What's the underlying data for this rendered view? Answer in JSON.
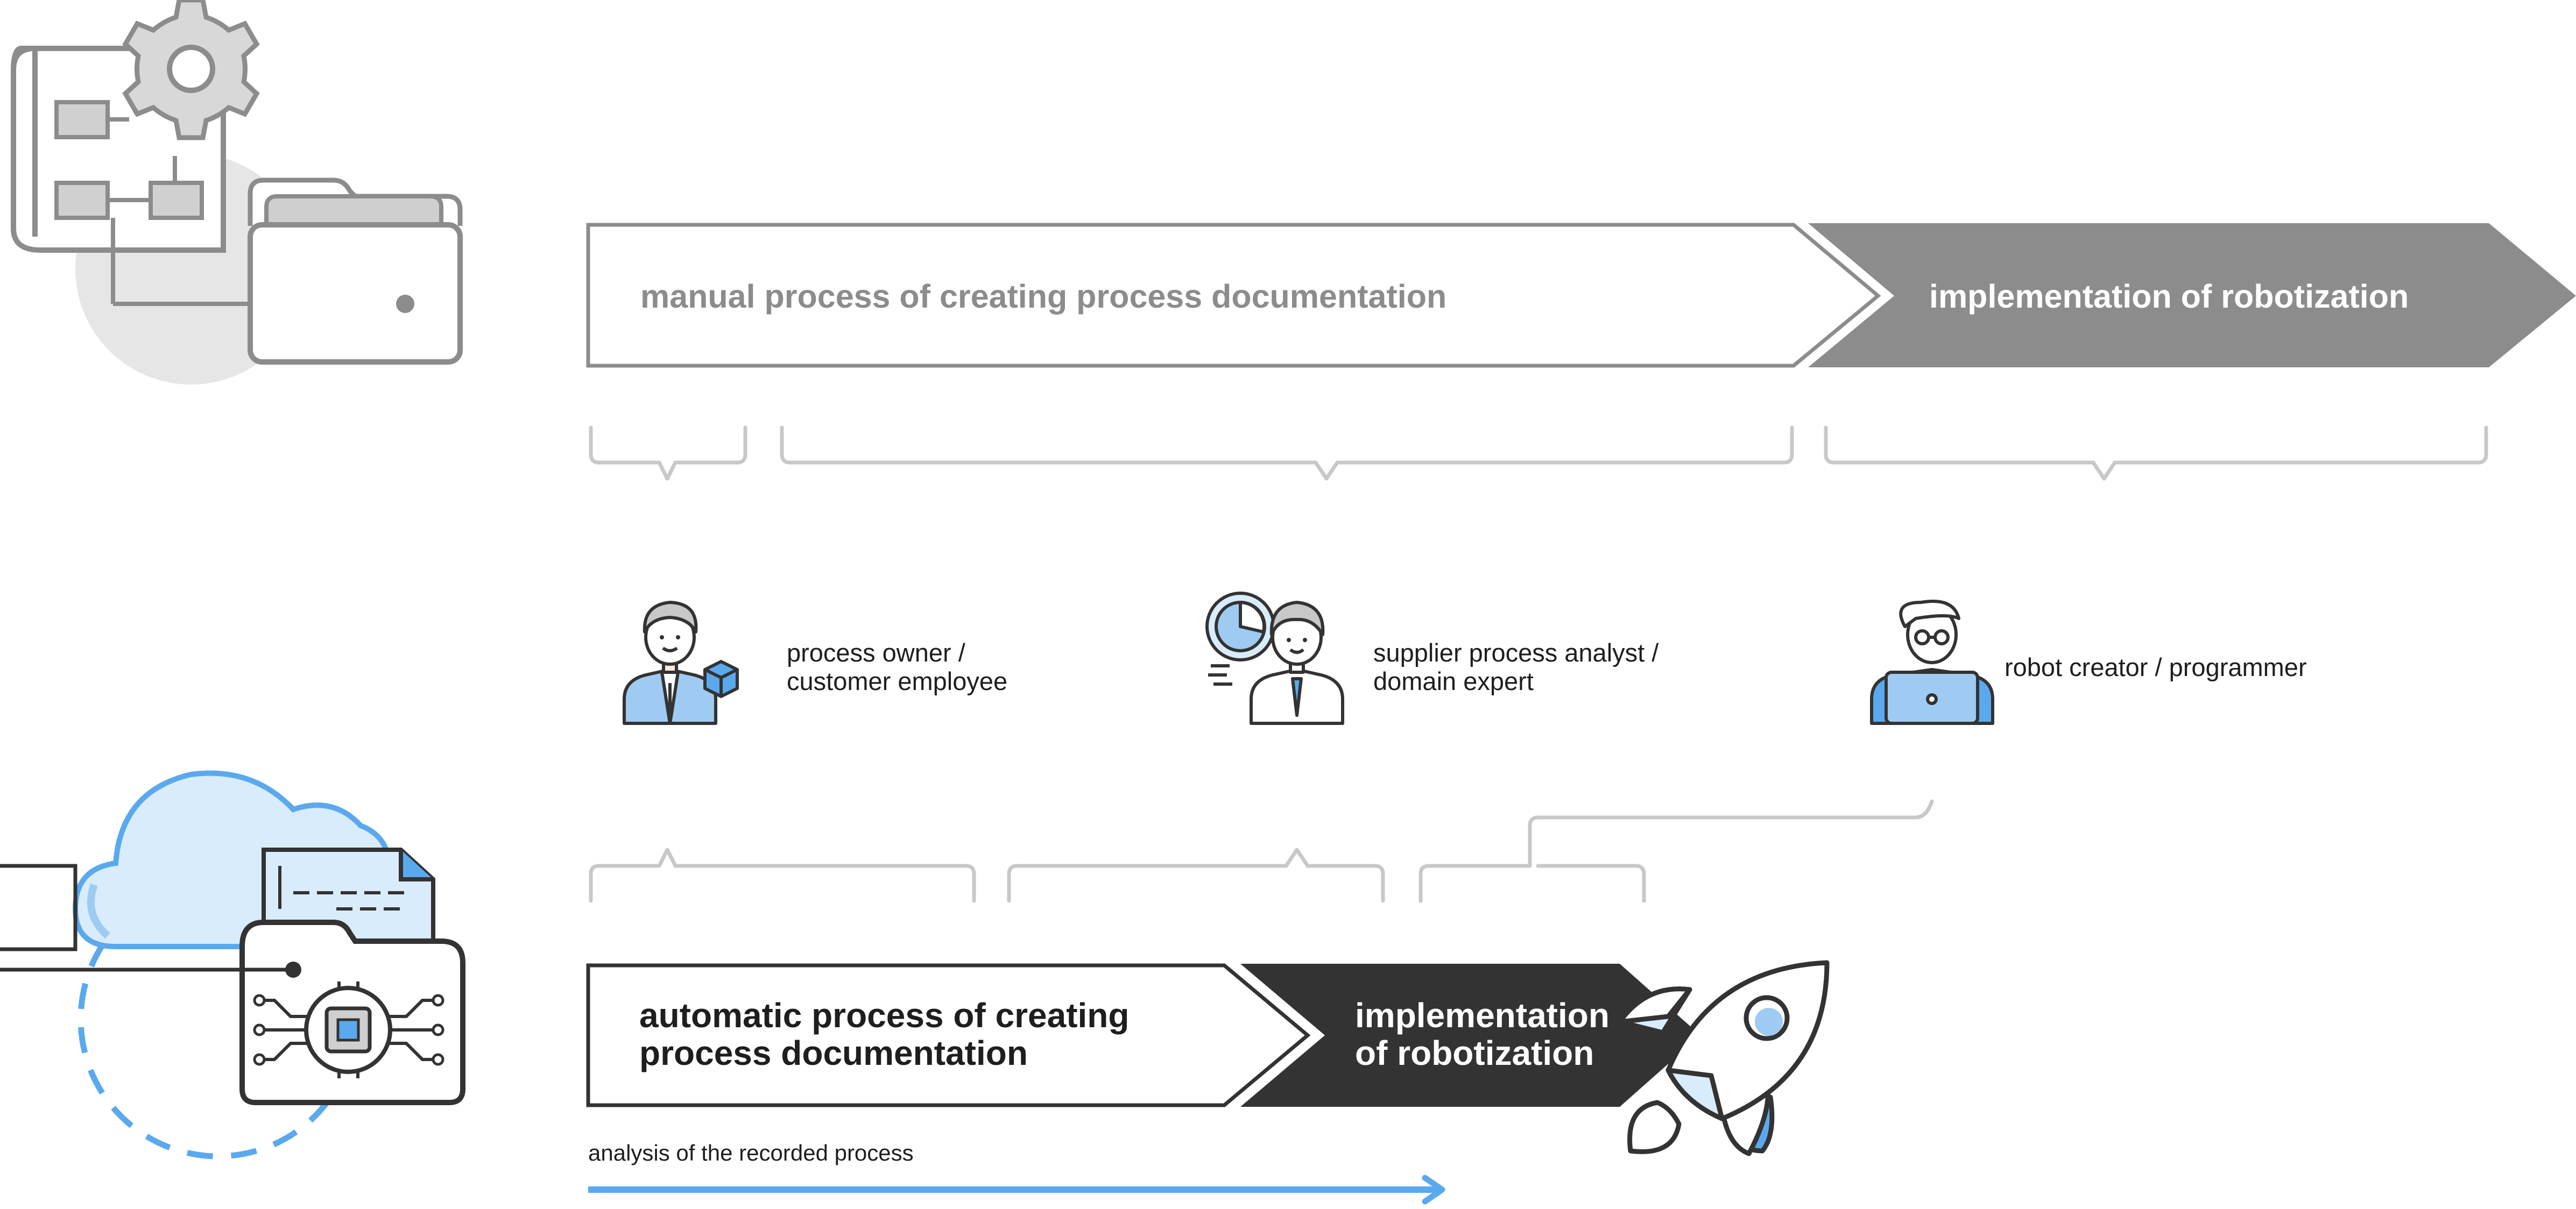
{
  "top_flow": {
    "manual_label": "manual process of creating process documentation",
    "robotization_label": "implementation of robotization"
  },
  "roles": [
    {
      "line1": "process owner /",
      "line2": "customer employee",
      "icon": "businessman-with-cube-icon"
    },
    {
      "line1": "supplier process analyst /",
      "line2": "domain expert",
      "icon": "analyst-with-chart-icon"
    },
    {
      "line1": "robot creator / programmer",
      "line2": "",
      "icon": "programmer-with-laptop-icon"
    }
  ],
  "bottom_flow": {
    "auto_line1": "automatic process of creating",
    "auto_line2": "process documentation",
    "robotization_line1": "implementation",
    "robotization_line2": "of robotization",
    "analysis_label": "analysis of the recorded process"
  },
  "colors": {
    "gray_dark": "#8c8c8c",
    "gray_light": "#c8c8c8",
    "charcoal": "#333333",
    "blue": "#5aa9ee",
    "blue_light": "#d9ecfb"
  },
  "icons": [
    "blueprint-gear-folder-icon",
    "cloud-chip-folder-icon",
    "rocket-icon"
  ]
}
